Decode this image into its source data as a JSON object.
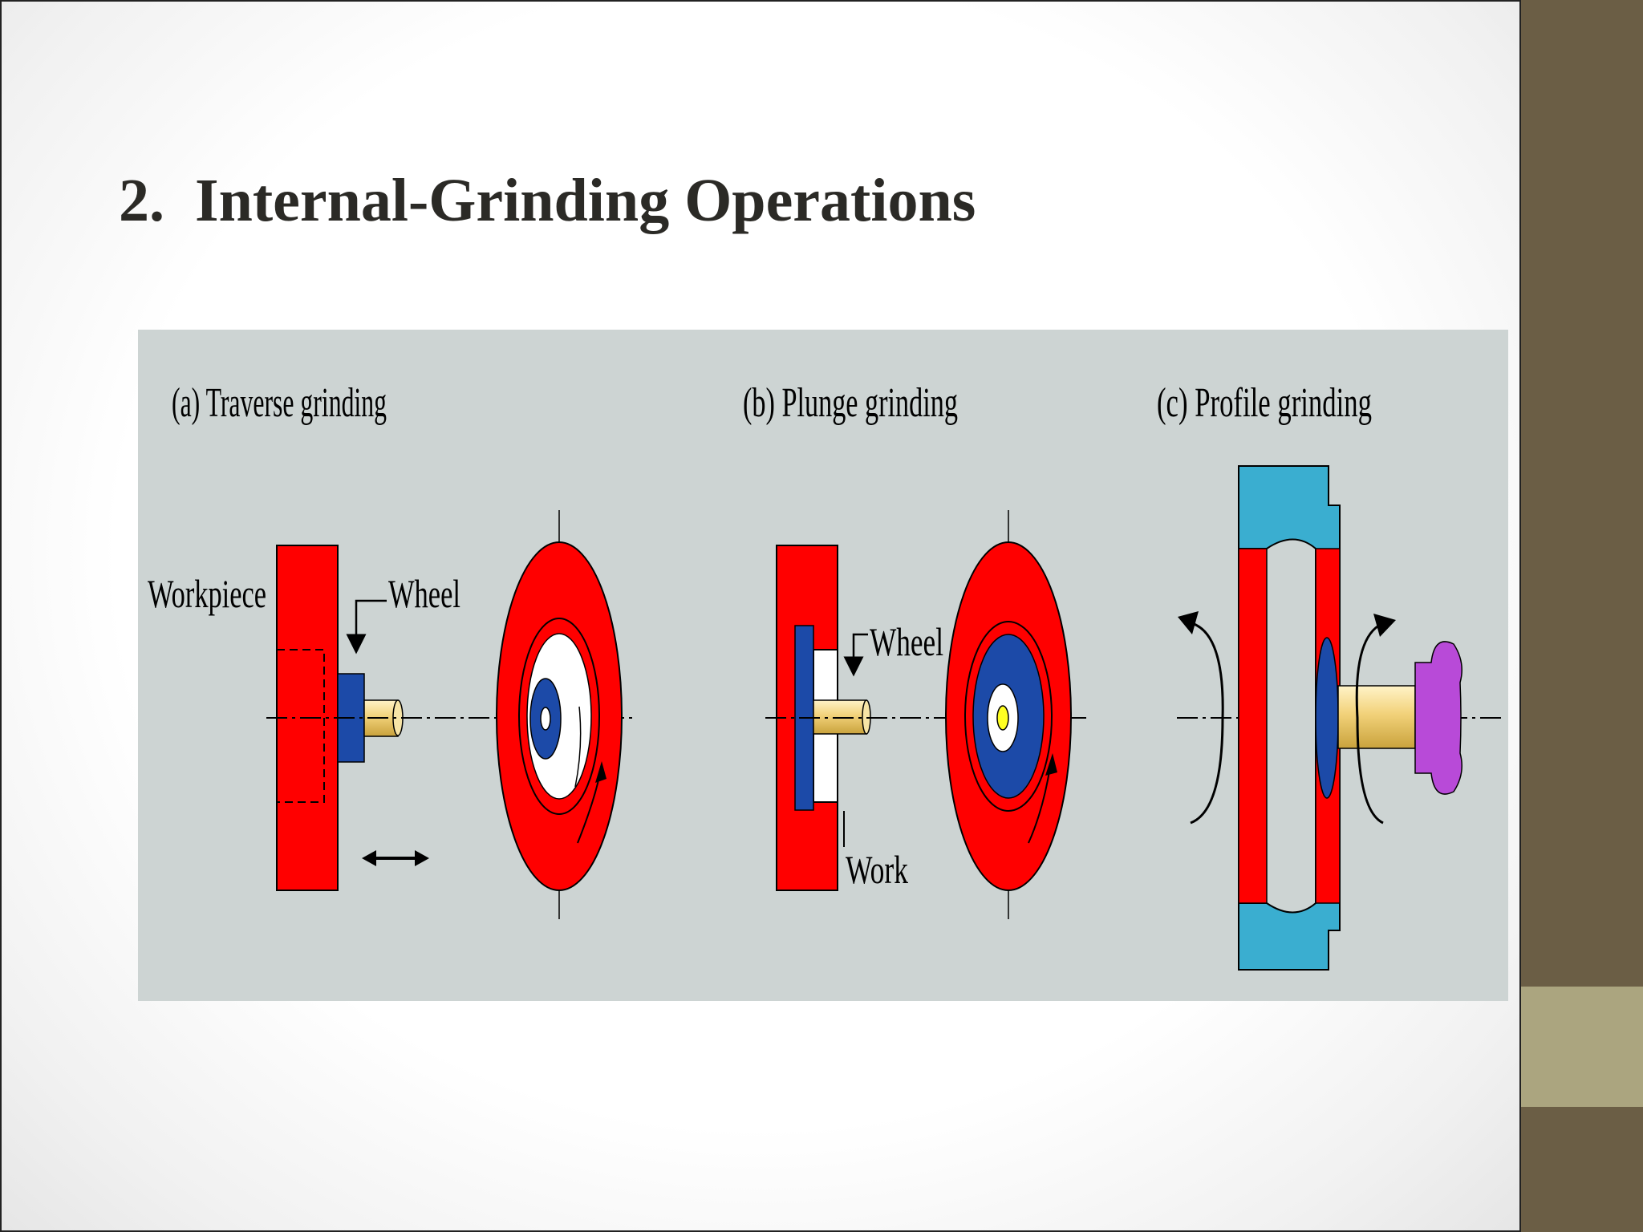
{
  "slide": {
    "title": "2.  Internal-Grinding Operations"
  },
  "figure": {
    "panels": [
      {
        "caption": "(a) Traverse grinding",
        "labels": {
          "workpiece": "Workpiece",
          "wheel": "Wheel"
        }
      },
      {
        "caption": "(b) Plunge grinding",
        "labels": {
          "wheel": "Wheel",
          "work": "Work"
        }
      },
      {
        "caption": "(c) Profile grinding"
      }
    ]
  },
  "colors": {
    "workpiece": "#ff0000",
    "wheel": "#1c4aa8",
    "shaft": "#f2d27a",
    "profile_body": "#3aaed0",
    "chuck": "#b84ad8",
    "figure_bg": "#cdd4d3",
    "side_dark": "#6b5e45",
    "side_light": "#aba57f"
  }
}
